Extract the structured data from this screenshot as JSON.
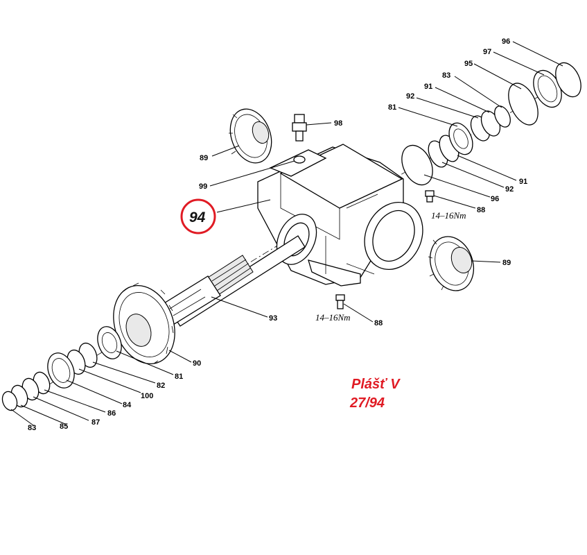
{
  "labels": {
    "p96_top": "96",
    "p97": "97",
    "p95": "95",
    "p83_top": "83",
    "p91_top": "91",
    "p92_top": "92",
    "p81_top": "81",
    "p98": "98",
    "p89_left": "89",
    "p99": "99",
    "p91_right": "91",
    "p92_right": "92",
    "p96_right": "96",
    "p88_right": "88",
    "p89_right": "89",
    "p93": "93",
    "p88_bottom": "88",
    "p90": "90",
    "p81_bottom": "81",
    "p82": "82",
    "p100": "100",
    "p84": "84",
    "p86": "86",
    "p87": "87",
    "p85": "85",
    "p83_bottom": "83"
  },
  "torque": {
    "right": "14–16Nm",
    "bottom": "14–16Nm"
  },
  "highlight": {
    "part_number": "94",
    "ring_color": "#e01b24"
  },
  "caption": {
    "line1": "Plášť V",
    "line2": "27/94",
    "color": "#e01b24"
  }
}
